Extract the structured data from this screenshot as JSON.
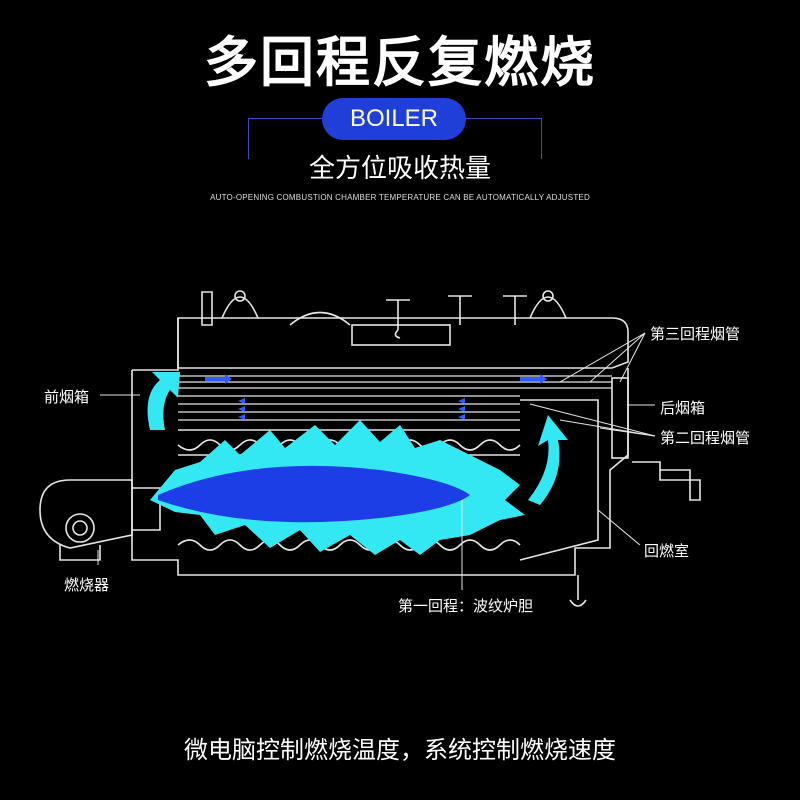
{
  "title": "多回程反复燃烧",
  "badge": "BOILER",
  "subtitle": "全方位吸收热量",
  "caption": "AUTO-OPENING COMBUSTION CHAMBER TEMPERATURE CAN BE AUTOMATICALLY ADJUSTED",
  "labels": {
    "third_pass": "第三回程烟管",
    "front_box": "前烟箱",
    "rear_box": "后烟箱",
    "second_pass": "第二回程烟管",
    "burner": "燃烧器",
    "reversal_chamber": "回燃室",
    "first_pass": "第一回程：波纹炉胆"
  },
  "footer": "微电脑控制燃烧温度，系统控制燃烧速度",
  "colors": {
    "background": "#000000",
    "badge": "#1f3fd8",
    "flame_outer": "#33e8f2",
    "flame_core": "#1c3ee6",
    "line": "#e6e6e6"
  }
}
